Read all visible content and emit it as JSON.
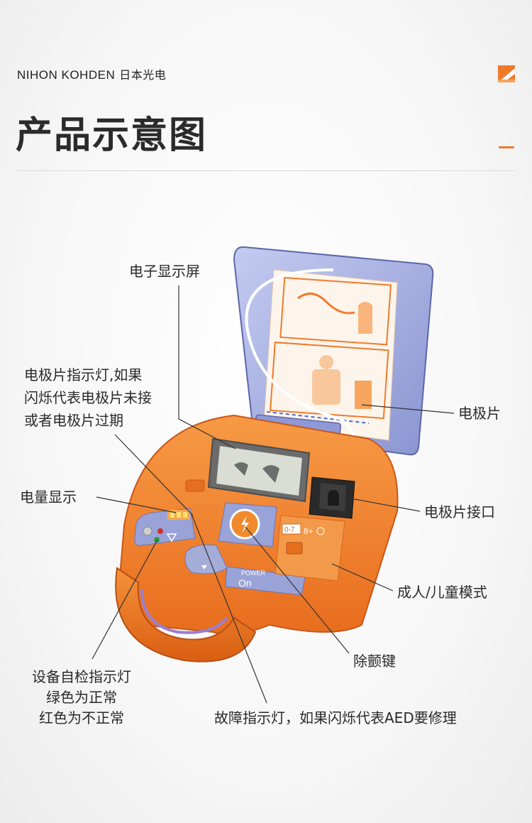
{
  "header": {
    "brand_en": "NIHON KOHDEN",
    "brand_cn": "日本光电",
    "title": "产品示意图"
  },
  "callouts": {
    "display": "电子显示屏",
    "pad_indicator": [
      "电极片指示灯,如果",
      "闪烁代表电极片未接",
      "或者电极片过期"
    ],
    "battery": "电量显示",
    "pads": "电极片",
    "connector": "电极片接口",
    "mode": "成人/儿童模式",
    "shock": "除颤键",
    "selftest": [
      "设备自检指示灯",
      "绿色为正常",
      "红色为不正常"
    ],
    "fault": "故障指示灯，如果闪烁代表AED要修理"
  },
  "device": {
    "power_label": "POWER",
    "on_label": "On",
    "mode_child": "0-7",
    "mode_adult": "8+",
    "accent_color": "#f07a2a",
    "lid_color": "#8f9bd6",
    "body_color": "#f2822c"
  }
}
